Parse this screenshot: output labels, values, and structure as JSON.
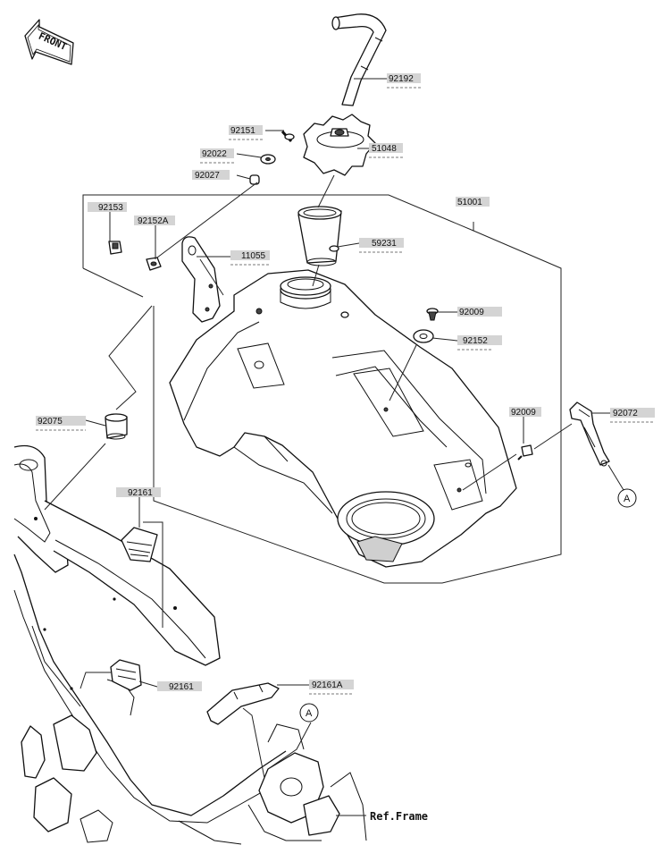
{
  "front_badge": "FRONT",
  "ref_frame": "Ref.Frame",
  "ref_marker": "A",
  "parts": {
    "p92192": "92192",
    "p92151": "92151",
    "p51048": "51048",
    "p92022": "92022",
    "p92027": "92027",
    "p51001": "51001",
    "p92153": "92153",
    "p92152A": "92152A",
    "p11055": "11055",
    "p59231": "59231",
    "p92009a": "92009",
    "p92152": "92152",
    "p92075": "92075",
    "p92009b": "92009",
    "p92072": "92072",
    "p92161a": "92161",
    "p92161b": "92161",
    "p92161A": "92161A"
  }
}
